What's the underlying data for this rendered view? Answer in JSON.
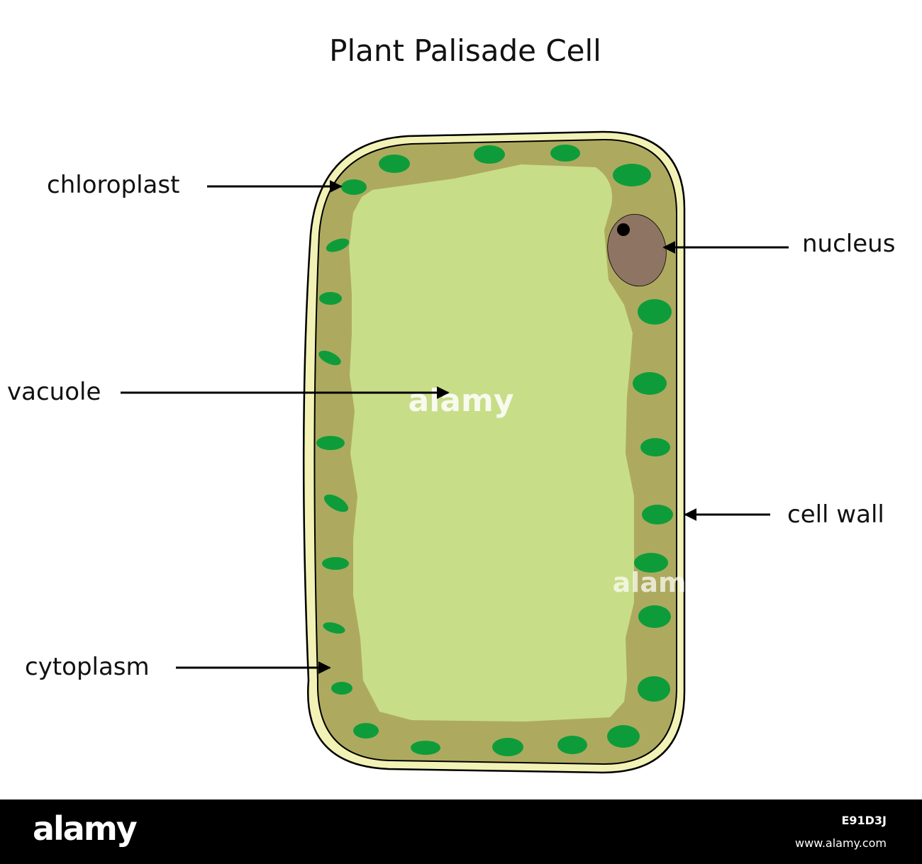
{
  "title": "Plant Palisade Cell",
  "labels": {
    "chloroplast": "chloroplast",
    "nucleus": "nucleus",
    "vacuole": "vacuole",
    "cell_wall": "cell wall",
    "cytoplasm": "cytoplasm"
  },
  "watermark": "alamy",
  "footer": {
    "logo": "alamy",
    "image_id": "E91D3J",
    "url": "www.alamy.com"
  },
  "colors": {
    "cell_wall": "#f2f2b6",
    "cytoplasm": "#adaa5f",
    "vacuole": "#c8dd87",
    "chloroplast": "#0e9c3b",
    "nucleus": "#8e7563",
    "outline": "#000000"
  }
}
